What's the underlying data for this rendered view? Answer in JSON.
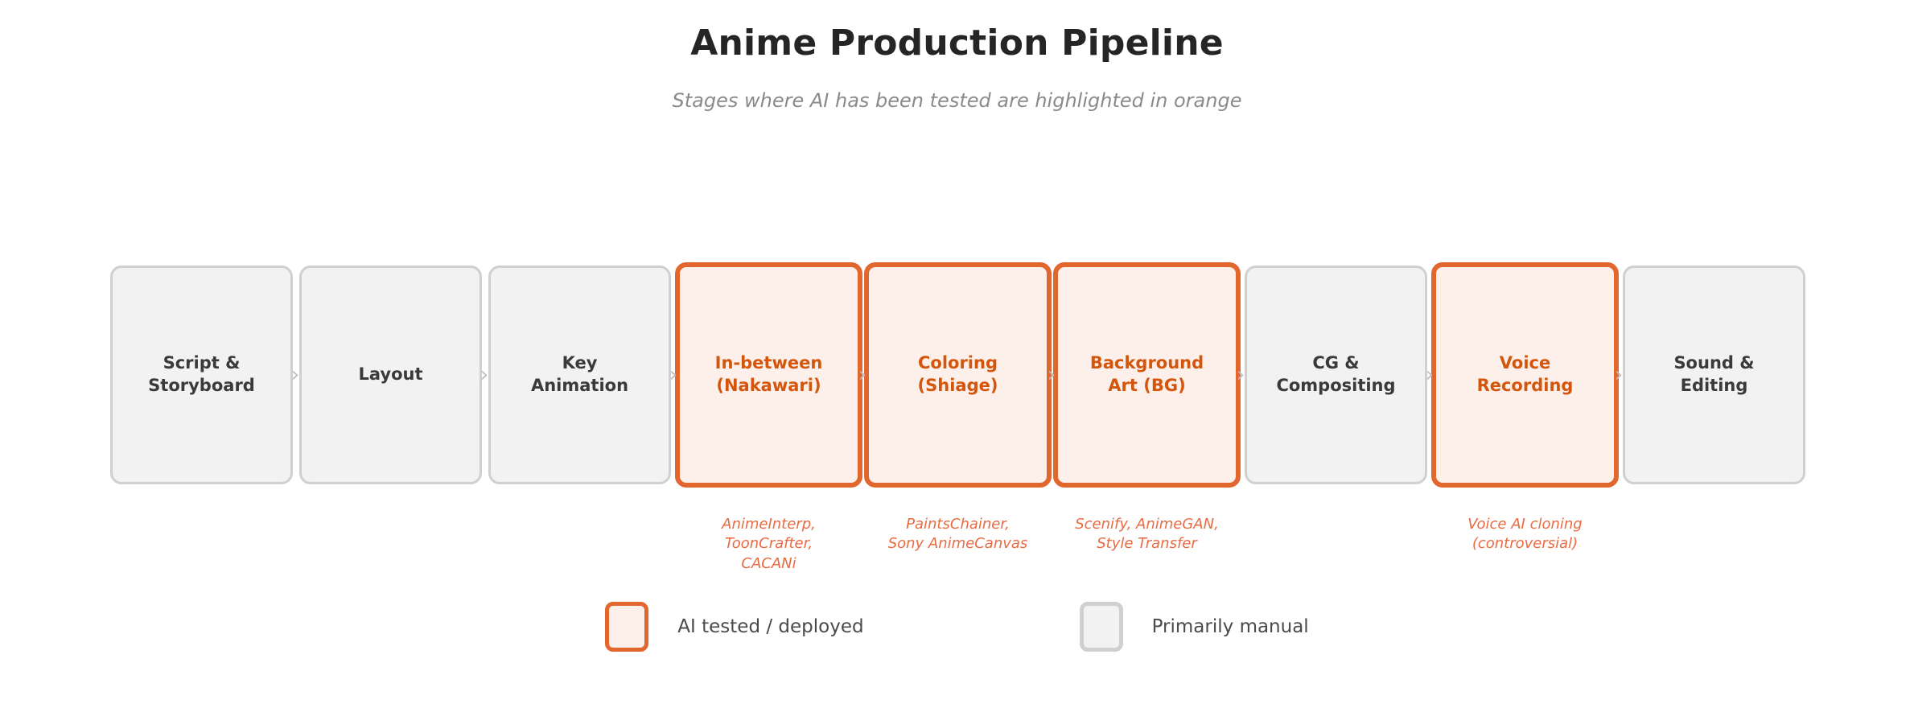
{
  "header": {
    "title": "Anime Production Pipeline",
    "subtitle": "Stages where AI has been tested are highlighted in orange"
  },
  "colors": {
    "ai_border": "#e2672f",
    "ai_fill": "#fdf0ea",
    "ai_text": "#d3560c",
    "manual_border": "#d0d0d0",
    "manual_fill": "#f2f2f2",
    "manual_text": "#3a3a3a",
    "annotation_text": "#ea6a42",
    "chevron": "#bdbdbd"
  },
  "pipeline": {
    "chevron_glyph": "›",
    "stages": [
      {
        "label": "Script &\nStoryboard",
        "type": "manual",
        "annotation": ""
      },
      {
        "label": "Layout",
        "type": "manual",
        "annotation": ""
      },
      {
        "label": "Key\nAnimation",
        "type": "manual",
        "annotation": ""
      },
      {
        "label": "In-between\n(Nakawari)",
        "type": "ai",
        "annotation": "AnimeInterp, ToonCrafter,\nCACANi"
      },
      {
        "label": "Coloring\n(Shiage)",
        "type": "ai",
        "annotation": "PaintsChainer,\nSony AnimeCanvas"
      },
      {
        "label": "Background\nArt (BG)",
        "type": "ai",
        "annotation": "Scenify, AnimeGAN,\nStyle Transfer"
      },
      {
        "label": "CG &\nCompositing",
        "type": "manual",
        "annotation": ""
      },
      {
        "label": "Voice\nRecording",
        "type": "ai",
        "annotation": "Voice AI cloning\n(controversial)"
      },
      {
        "label": "Sound &\nEditing",
        "type": "manual",
        "annotation": ""
      }
    ]
  },
  "legend": {
    "items": [
      {
        "label": "AI tested / deployed",
        "type": "ai"
      },
      {
        "label": "Primarily manual",
        "type": "manual"
      }
    ]
  }
}
